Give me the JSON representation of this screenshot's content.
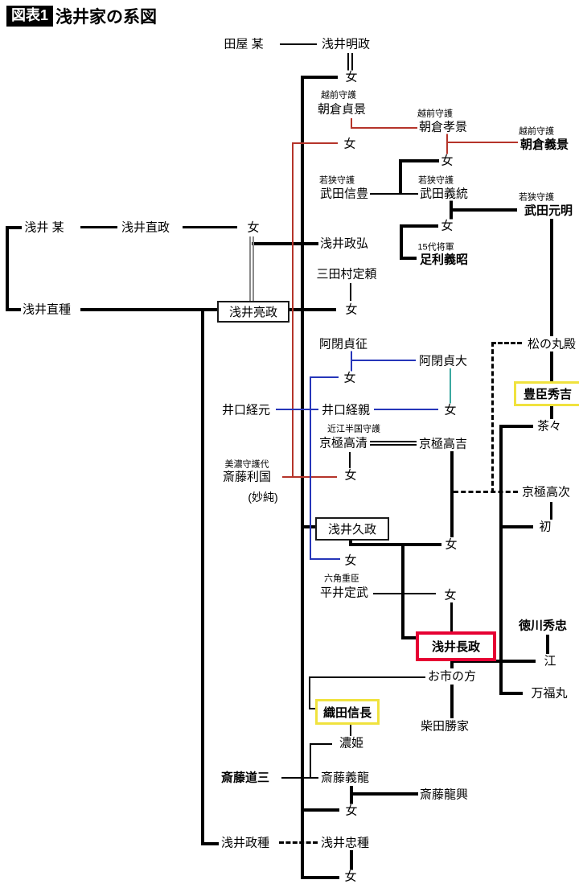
{
  "header": {
    "badge": "図表1",
    "title": "浅井家の系図"
  },
  "captions": {
    "echizen": "越前守護",
    "wakasa": "若狭守護",
    "shogun15": "15代将軍",
    "omi": "近江半国守護",
    "mino": "美濃守護代",
    "rokkaku": "六角重臣"
  },
  "labels": {
    "onna": "女"
  },
  "people": {
    "taya": "田屋 某",
    "akimasa": "浅井明政",
    "sadakage": "朝倉貞景",
    "takakage": "朝倉孝景",
    "yoshikage": "朝倉義景",
    "nobutoyo": "武田信豊",
    "yoshizumi": "武田義統",
    "motoaki": "武田元明",
    "yoshiaki": "足利義昭",
    "asai_bou": "浅井 某",
    "naomasa": "浅井直政",
    "masahiro": "浅井政弘",
    "mitamura": "三田村定頼",
    "naotane": "浅井直種",
    "sukemasa": "浅井亮政",
    "sadayuki": "阿閉貞征",
    "sadahiro": "阿閉貞大",
    "tsunemoto": "井口経元",
    "tsunechika": "井口経親",
    "takakiyo": "京極高清",
    "takayoshi": "京極高吉",
    "toshikuni": "斎藤利国",
    "myojun": "(妙純)",
    "hisamasa": "浅井久政",
    "hirai": "平井定武",
    "matsunomaru": "松の丸殿",
    "hideyoshi": "豊臣秀吉",
    "chacha": "茶々",
    "takatsugu": "京極高次",
    "hatsu": "初",
    "nagamasa": "浅井長政",
    "hidetada": "徳川秀忠",
    "go": "江",
    "manpukumaru": "万福丸",
    "oichi": "お市の方",
    "nobunaga": "織田信長",
    "shibata": "柴田勝家",
    "nohime": "濃姫",
    "dosan": "斎藤道三",
    "yoshitatsu": "斎藤義龍",
    "tatsuoki": "斎藤龍興",
    "masatane": "浅井政種",
    "tadatane": "浅井忠種"
  },
  "colors": {
    "line_black": "#000000",
    "line_red": "#b5342a",
    "line_blue": "#2636b9",
    "line_teal": "#3ba8a0",
    "line_gray": "#8a8a8a",
    "box_highlight_red": "#e60033",
    "box_highlight_yellow": "#f0e23e"
  }
}
